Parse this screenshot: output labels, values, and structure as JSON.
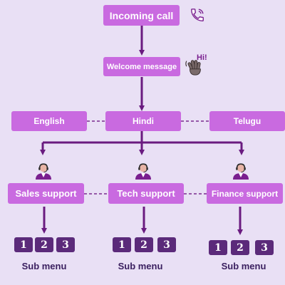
{
  "nodes": {
    "incoming_call": "Incoming call",
    "welcome_message": "Welcome message",
    "languages": [
      "English",
      "Hindi",
      "Telugu"
    ],
    "supports": [
      "Sales support",
      "Tech support",
      "Finance support"
    ]
  },
  "greeting": "Hi!",
  "submenu": {
    "keys": [
      "1",
      "2",
      "3"
    ],
    "label": "Sub menu"
  },
  "icons": {
    "call": "phone-ringing-icon",
    "wave": "waving-hand-icon",
    "agent": "headset-agent-icon"
  },
  "colors": {
    "background": "#e9e0f5",
    "box": "#c96ae0",
    "arrow": "#6a1b80",
    "key": "#5b2a7a"
  }
}
